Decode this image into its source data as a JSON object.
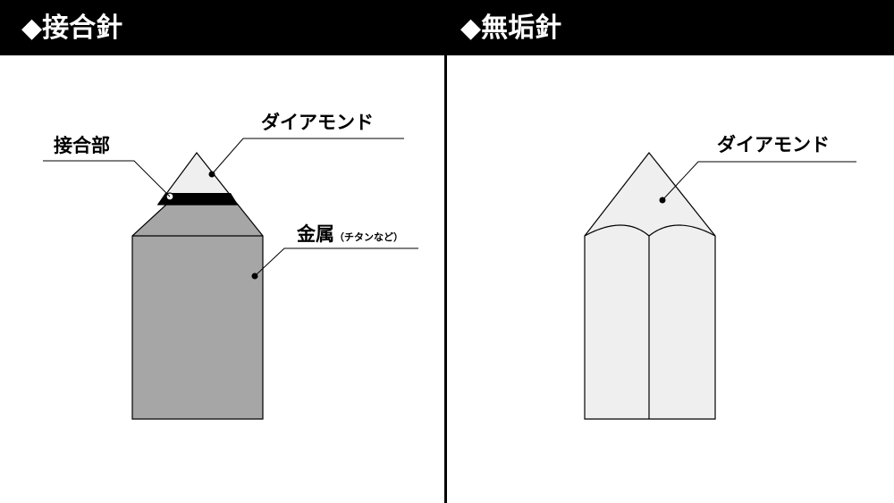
{
  "headers": {
    "left": "◆接合針",
    "right": "◆無垢針"
  },
  "left_diagram": {
    "labels": {
      "diamond": "ダイアモンド",
      "joint": "接合部",
      "metal": "金属",
      "metal_note": "（チタンなど）"
    }
  },
  "right_diagram": {
    "labels": {
      "diamond": "ダイアモンド"
    }
  },
  "colors": {
    "header_bg": "#000000",
    "header_text": "#ffffff",
    "diamond_fill": "#efefef",
    "metal_fill": "#a6a6a6",
    "joint_band": "#000000",
    "stroke": "#000000"
  }
}
